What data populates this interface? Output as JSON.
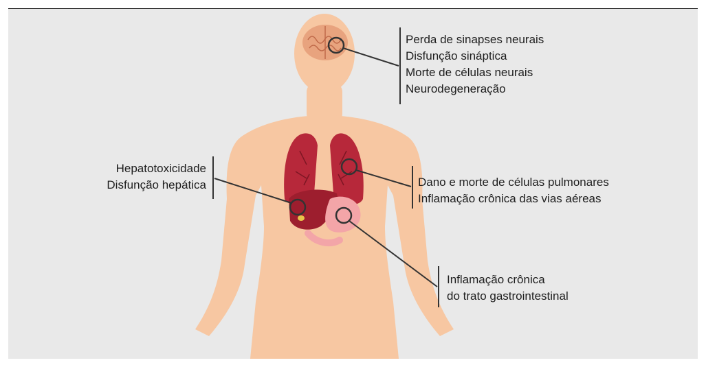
{
  "colors": {
    "background": "#e9e9e9",
    "skin": "#f7c7a2",
    "organ_red": "#b7283a",
    "organ_dark": "#7e1624",
    "stomach": "#f3a5a8",
    "leader_line": "#333333"
  },
  "labels": {
    "brain": [
      "Perda de sinapses neurais",
      "Disfunção sináptica",
      "Morte de células neurais",
      "Neurodegeneração"
    ],
    "lungs": [
      "Dano e morte de células pulmonares",
      "Inflamação crônica das vias aéreas"
    ],
    "liver": [
      "Hepatotoxicidade",
      "Disfunção hepática"
    ],
    "gut": [
      "Inflamação crônica",
      "do trato gastrointestinal"
    ]
  }
}
